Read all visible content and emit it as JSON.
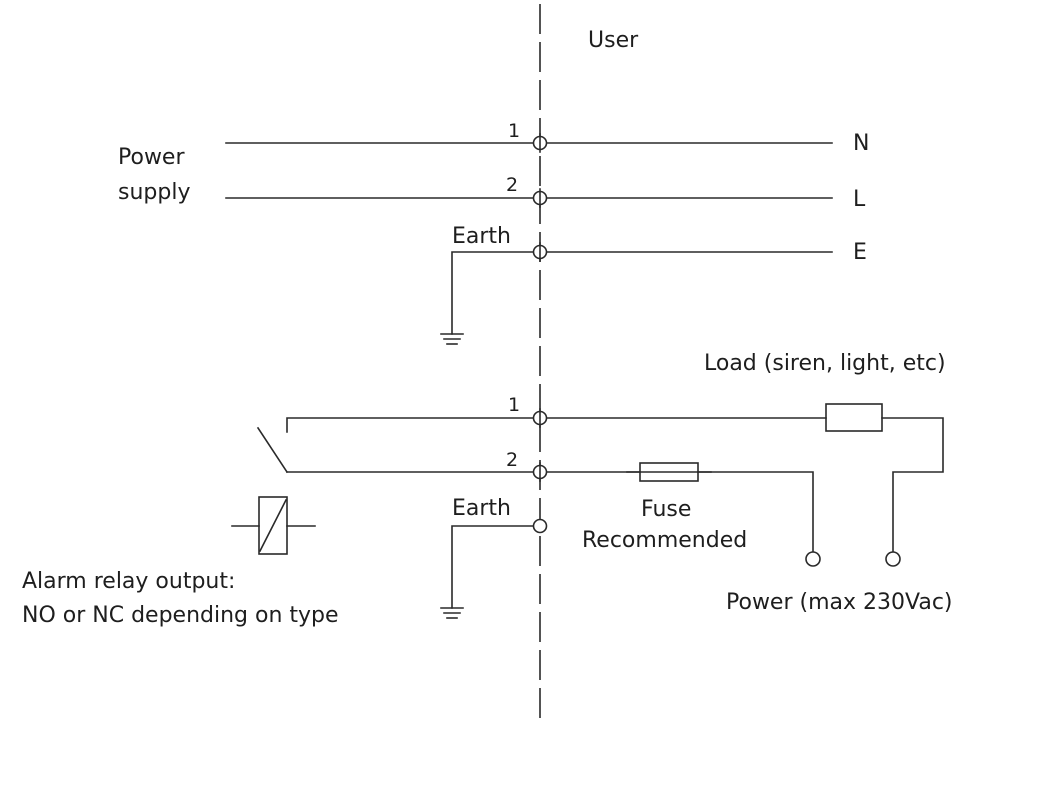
{
  "labels": {
    "user": "User",
    "power_supply_line1": "Power",
    "power_supply_line2": "supply",
    "earth": "Earth",
    "neutral": "N",
    "live": "L",
    "earth_letter": "E",
    "terminal_1": "1",
    "terminal_2": "2",
    "load": "Load (siren, light, etc)",
    "fuse_line1": "Fuse",
    "fuse_line2": "Recommended",
    "alarm_line1": "Alarm relay output:",
    "alarm_line2": "NO or NC depending on type",
    "power_max": "Power (max 230Vac)"
  },
  "colors": {
    "line": "#2a2a2a",
    "text": "#1e1e1e",
    "background": "#ffffff"
  }
}
